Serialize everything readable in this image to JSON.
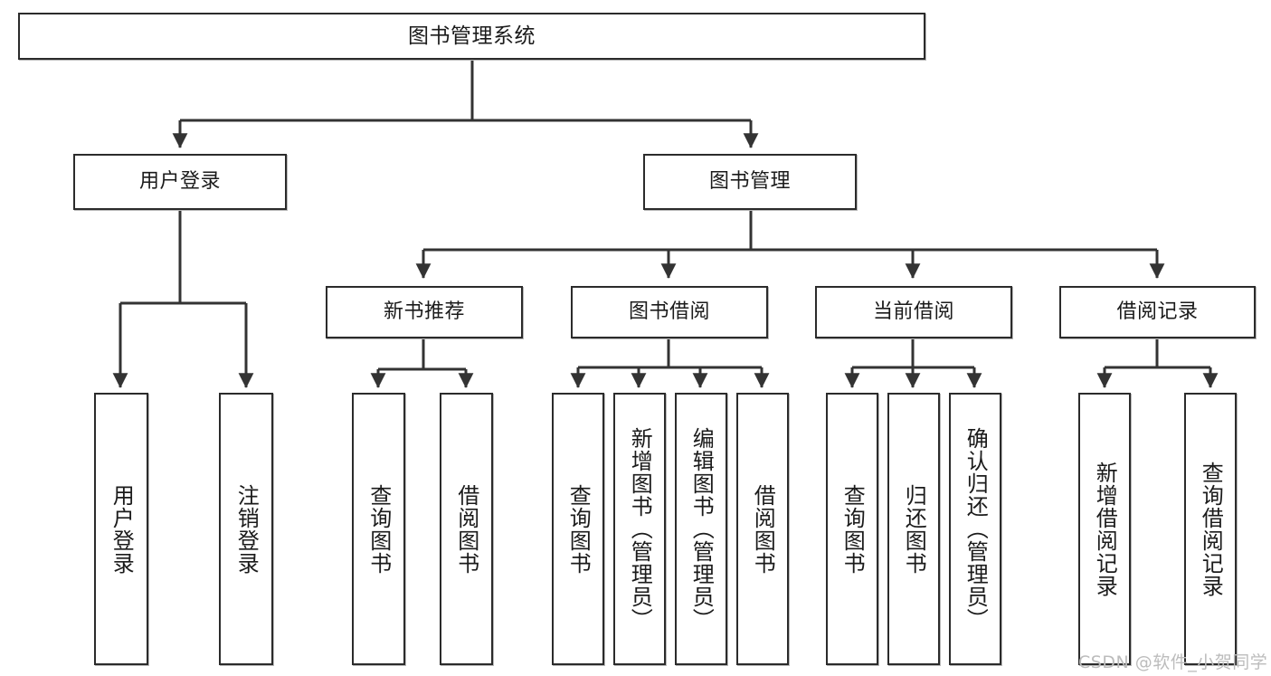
{
  "diagram": {
    "type": "tree-hierarchy-chart",
    "title": "图书管理系统",
    "watermark": "CSDN @软件_小贺同学",
    "colors": {
      "box_border": "#2b2b2b",
      "box_fill": "#ffffff",
      "edge": "#333333",
      "text": "#1b1b1b",
      "watermark": "#bcbcbc"
    },
    "root": {
      "label": "图书管理系统"
    },
    "level2": [
      {
        "label": "用户登录"
      },
      {
        "label": "图书管理"
      }
    ],
    "level3": [
      {
        "label": "新书推荐"
      },
      {
        "label": "图书借阅"
      },
      {
        "label": "当前借阅"
      },
      {
        "label": "借阅记录"
      }
    ],
    "leaves": {
      "user_login": [
        {
          "label": "用户登录"
        },
        {
          "label": "注销登录"
        }
      ],
      "new_book": [
        {
          "label": "查询图书"
        },
        {
          "label": "借阅图书"
        }
      ],
      "book_borrow": [
        {
          "label": "查询图书"
        },
        {
          "label": "新增图书（管理员）"
        },
        {
          "label": "编辑图书（管理员）"
        },
        {
          "label": "借阅图书"
        }
      ],
      "current_borrow": [
        {
          "label": "查询图书"
        },
        {
          "label": "归还图书"
        },
        {
          "label": "确认归还（管理员）"
        }
      ],
      "borrow_record": [
        {
          "label": "新增借阅记录"
        },
        {
          "label": "查询借阅记录"
        }
      ]
    }
  }
}
